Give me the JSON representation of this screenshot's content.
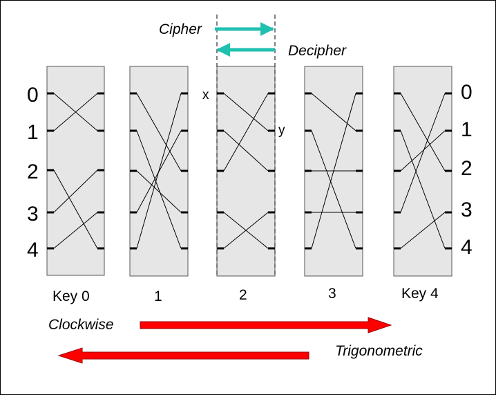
{
  "colors": {
    "panel_fill": "#e6e6e6",
    "panel_stroke": "#555555",
    "wire": "#000000",
    "teal_arrow": "#20c0b0",
    "red_arrow": "#ff0000"
  },
  "left_numbers": [
    "0",
    "1",
    "2",
    "3",
    "4"
  ],
  "right_numbers": [
    "0",
    "1",
    "2",
    "3",
    "4"
  ],
  "panels": [
    {
      "label": "Key 0",
      "mapping": [
        1,
        0,
        4,
        2,
        3
      ]
    },
    {
      "label": "1",
      "mapping": [
        2,
        4,
        3,
        1,
        0
      ]
    },
    {
      "label": "2",
      "mapping": [
        1,
        2,
        0,
        4,
        3
      ]
    },
    {
      "label": "3",
      "mapping": [
        1,
        4,
        2,
        3,
        0
      ]
    },
    {
      "label": "Key 4",
      "mapping": [
        2,
        4,
        1,
        0,
        3
      ]
    }
  ],
  "marks": {
    "x": "x",
    "y": "y"
  },
  "arrows": {
    "cipher": "Cipher",
    "decipher": "Decipher",
    "clockwise": "Clockwise",
    "trigonometric": "Trigonometric"
  }
}
